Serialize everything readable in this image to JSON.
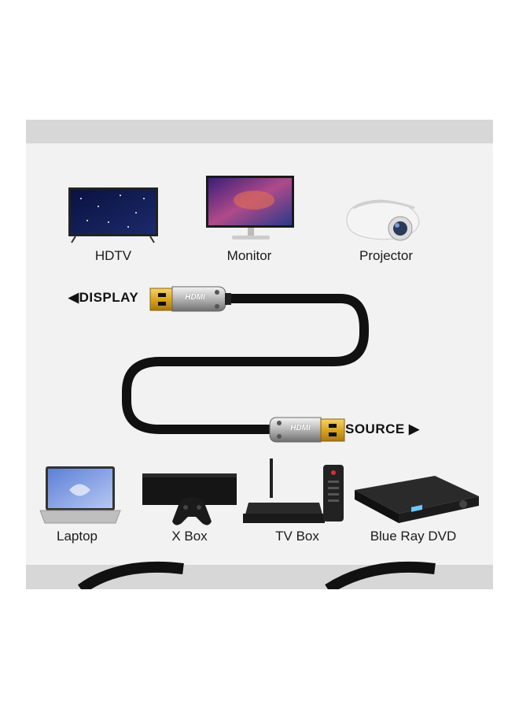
{
  "devices_top": [
    {
      "name": "HDTV"
    },
    {
      "name": "Monitor"
    },
    {
      "name": "Projector"
    }
  ],
  "devices_bottom": [
    {
      "name": "Laptop"
    },
    {
      "name": "X Box"
    },
    {
      "name": "TV Box"
    },
    {
      "name": "Blue Ray DVD"
    }
  ],
  "connector_labels": {
    "display": "DISPLAY",
    "source": "SOURCE"
  },
  "connector_brand": "HDMI",
  "colors": {
    "background": "#f2f2f2",
    "band": "#d7d7d7",
    "cable": "#111111",
    "plug_gold": "#d9a520",
    "housing_silver": "#c9c9c9"
  }
}
